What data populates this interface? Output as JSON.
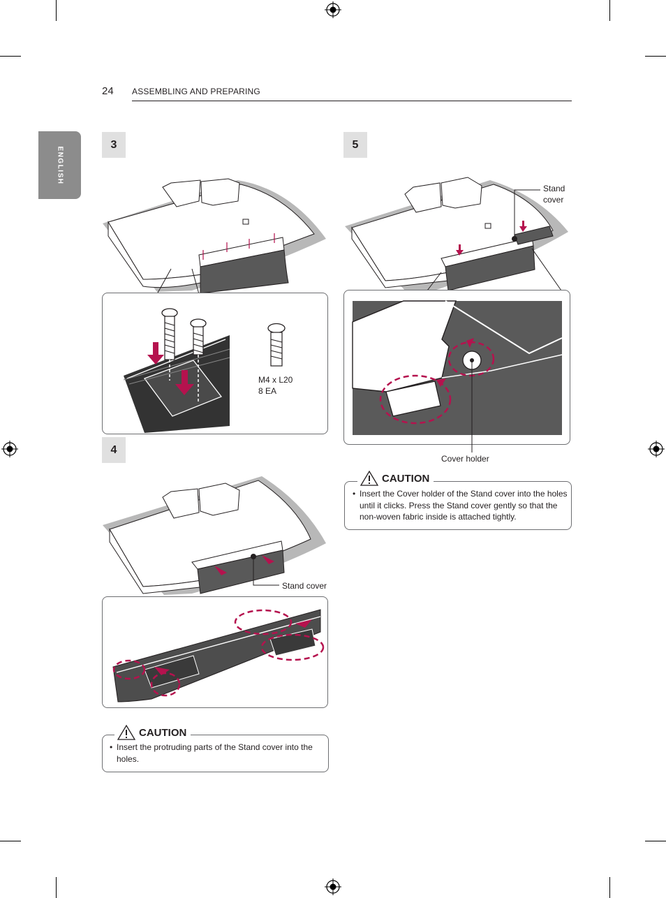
{
  "header": {
    "page_number": "24",
    "section_title": "ASSEMBLING AND PREPARING"
  },
  "language_tab": "ENGLISH",
  "steps": [
    {
      "number": "3",
      "screw_spec": "M4 x L20",
      "screw_count": "8 EA"
    },
    {
      "number": "4",
      "label": "Stand cover",
      "caution": {
        "title": "CAUTION",
        "items": [
          "Insert the protruding parts of the Stand cover into the holes."
        ]
      }
    },
    {
      "number": "5",
      "label_top_line1": "Stand",
      "label_top_line2": "cover",
      "label_bottom": "Cover holder",
      "caution": {
        "title": "CAUTION",
        "items": [
          "Insert the Cover holder of the Stand cover into the holes until it clicks. Press the Stand cover gently so that the non-woven fabric inside is attached tightly."
        ]
      }
    }
  ],
  "colors": {
    "accent": "#b5124e",
    "grey": "#8c8c8c",
    "panel_fill": "#5a5a5a"
  }
}
